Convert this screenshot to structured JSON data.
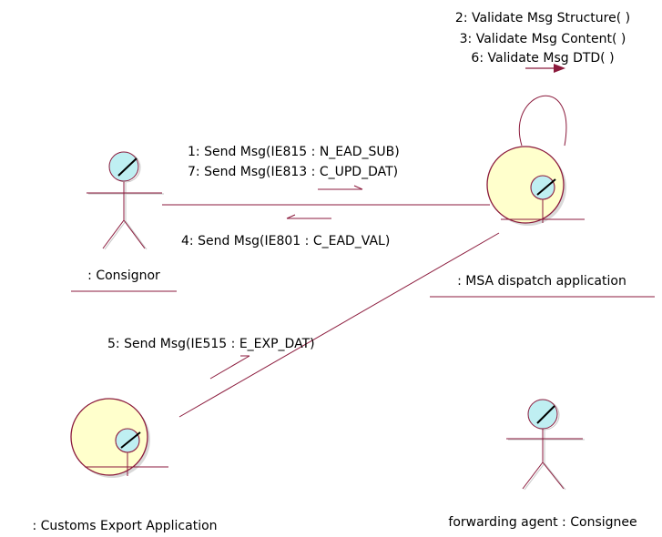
{
  "diagram": {
    "self_messages": [
      "2: Validate Msg Structure( )",
      "3: Validate Msg Content( )",
      "6: Validate Msg DTD( )"
    ],
    "consignor_to_msa": [
      "1: Send Msg(IE815 : N_EAD_SUB)",
      "7: Send Msg(IE813 : C_UPD_DAT)"
    ],
    "msa_to_consignor": "4: Send Msg(IE801 : C_EAD_VAL)",
    "customs_to_msa": "5: Send Msg(IE515 : E_EXP_DAT)",
    "objects": {
      "consignor": ": Consignor",
      "msa": ": MSA dispatch application",
      "customs": ": Customs Export Application",
      "consignee": "forwarding agent : Consignee"
    }
  },
  "colors": {
    "line": "#8b1a3c",
    "circle_fill": "#ffffcc",
    "head_fill": "#bfeff2"
  }
}
